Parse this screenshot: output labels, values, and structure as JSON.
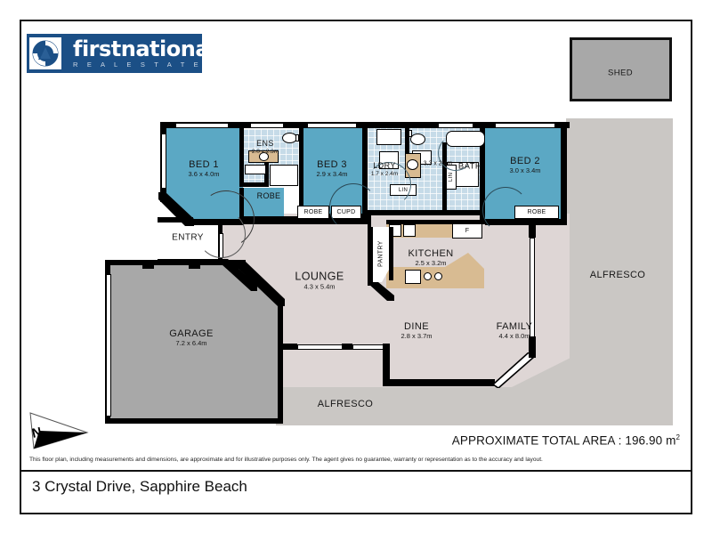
{
  "brand": {
    "name": "firstnational",
    "sub": "R E A L   E S T A T E",
    "logo_bg": "#1b4f86",
    "logo_icon": "circle-arrow-logo"
  },
  "footer": {
    "area_label": "APPROXIMATE TOTAL AREA : 196.90 m",
    "area_unit": "2",
    "disclaimer": "This floor plan, including measurements and dimensions, are approximate and for illustrative purposes only. The agent gives no guarantee, warranty or representation as to the accuracy and layout.",
    "address": "3 Crystal Drive, Sapphire Beach"
  },
  "compass": {
    "letter": "N"
  },
  "rooms": [
    {
      "key": "bed1",
      "name": "BED 1",
      "dims": "3.6 x 4.0m"
    },
    {
      "key": "ens",
      "name": "ENS",
      "dims": "2.0 x 2.3m"
    },
    {
      "key": "bed3",
      "name": "BED 3",
      "dims": "2.9 x 3.4m"
    },
    {
      "key": "ldry",
      "name": "LDRY",
      "dims": "1.7 x 2.4m"
    },
    {
      "key": "wc",
      "name": "",
      "dims": "3.3 x 2.4m"
    },
    {
      "key": "bath",
      "name": "BATH",
      "dims": ""
    },
    {
      "key": "bed2",
      "name": "BED 2",
      "dims": "3.0 x 3.4m"
    },
    {
      "key": "entry",
      "name": "ENTRY",
      "dims": ""
    },
    {
      "key": "lounge",
      "name": "LOUNGE",
      "dims": "4.3 x 5.4m"
    },
    {
      "key": "kitchen",
      "name": "KITCHEN",
      "dims": "2.5 x 3.2m"
    },
    {
      "key": "dine",
      "name": "DINE",
      "dims": "2.8 x 3.7m"
    },
    {
      "key": "family",
      "name": "FAMILY",
      "dims": "4.4 x 8.0m"
    },
    {
      "key": "garage",
      "name": "GARAGE",
      "dims": "7.2 x 6.4m"
    },
    {
      "key": "alfresco_right",
      "name": "ALFRESCO",
      "dims": ""
    },
    {
      "key": "alfresco_bottom",
      "name": "ALFRESCO",
      "dims": ""
    },
    {
      "key": "shed",
      "name": "SHED",
      "dims": ""
    }
  ],
  "tags": {
    "robe_ens": "ROBE",
    "robe_bed3": "ROBE",
    "cupd": "CUPD",
    "robe_bed2": "ROBE",
    "lin_ldry": "LIN",
    "lin_bath": "LIN",
    "pantry": "PANTRY",
    "fridge": "F"
  },
  "colors": {
    "bedroom": "#5ba8c4",
    "wet_area": "#c6dbe8",
    "living": "#ded6d5",
    "outdoor": "#cac7c4",
    "garage": "#a8a8a8",
    "wall": "#000000",
    "bench": "#d8bb92"
  }
}
